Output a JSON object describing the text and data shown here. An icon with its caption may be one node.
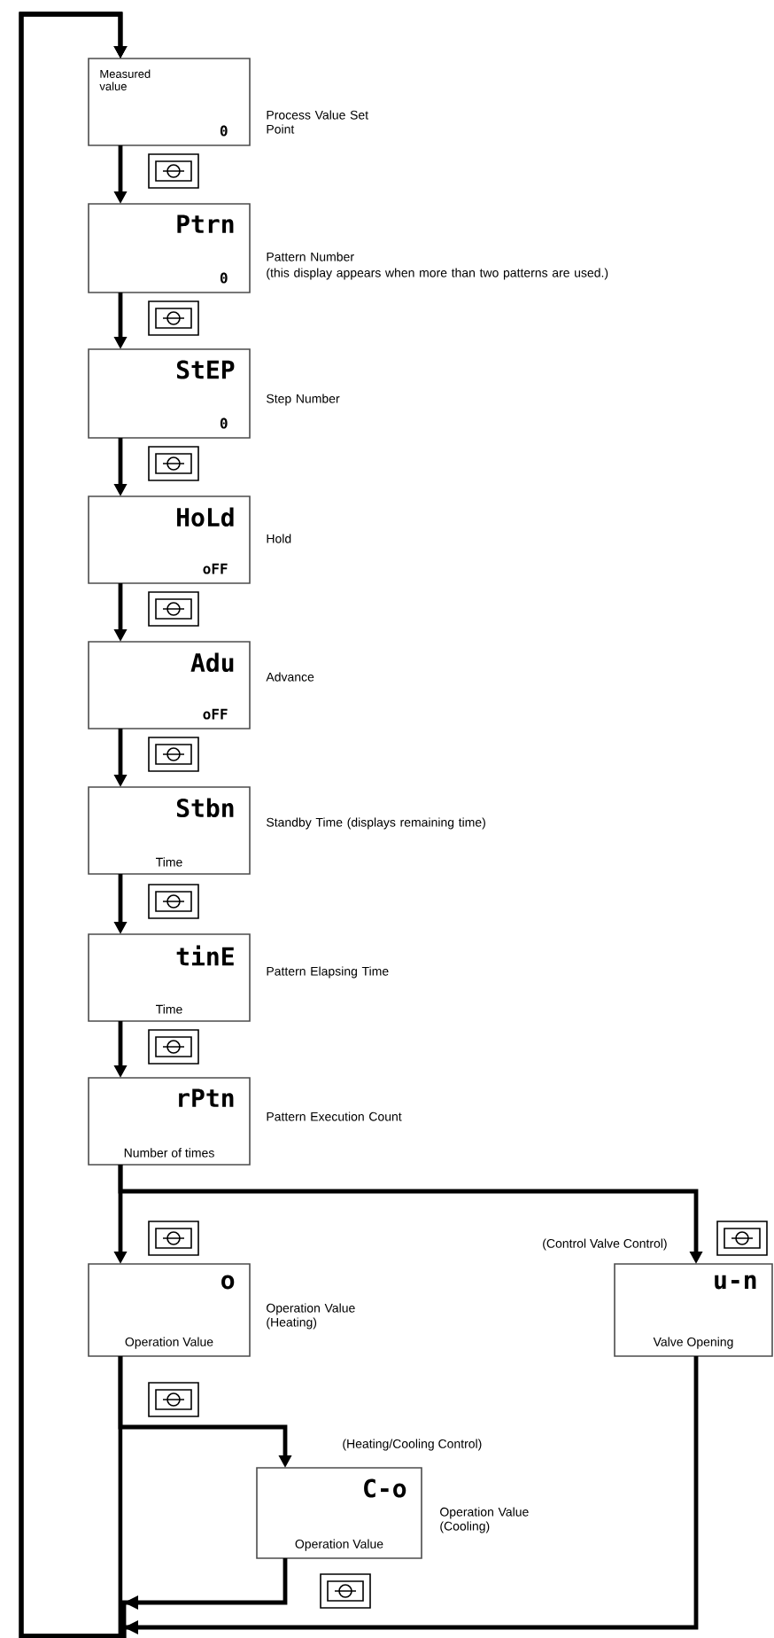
{
  "diagram": {
    "nodes": [
      {
        "text": [
          "Measured value",
          "0"
        ],
        "beside": [
          "Process Value Set Point"
        ]
      },
      {
        "text": [
          "Ptrn",
          "0"
        ],
        "beside": [
          "Pattern Number",
          "(this display appears when more than two patterns are used.)"
        ]
      },
      {
        "text": [
          "StEP",
          "0"
        ],
        "beside": [
          "Step Number"
        ]
      },
      {
        "text": [
          "HoLd",
          "oFF"
        ],
        "beside": [
          "Hold"
        ]
      },
      {
        "text": [
          "Adu",
          "oFF"
        ],
        "beside": [
          "Advance"
        ]
      },
      {
        "text": [
          "Stbn",
          "Time"
        ],
        "beside": [
          "Standby Time (displays remaining time)"
        ]
      },
      {
        "text": [
          "tinE",
          "Time"
        ],
        "beside": [
          "Pattern Elapsing Time"
        ]
      },
      {
        "text": [
          "rPtn",
          "Number of times"
        ],
        "beside": [
          "Pattern Execution Count"
        ]
      },
      {
        "text": [
          "o",
          "Operation Value"
        ],
        "beside": [
          "Operation Value (Heating)"
        ]
      },
      {
        "text": [
          "u-n",
          "Valve Opening"
        ]
      },
      {
        "text": [
          "C-o",
          "Operation Value"
        ],
        "beside": [
          "Operation Value (Cooling)"
        ]
      }
    ],
    "edges": [
      {
        "from": 0,
        "to": 1,
        "arrow": "to"
      },
      {
        "from": 1,
        "to": 2,
        "arrow": "to"
      },
      {
        "from": 2,
        "to": 3,
        "arrow": "to"
      },
      {
        "from": 3,
        "to": 4,
        "arrow": "to"
      },
      {
        "from": 4,
        "to": 5,
        "arrow": "to"
      },
      {
        "from": 5,
        "to": 6,
        "arrow": "to"
      },
      {
        "from": 6,
        "to": 7,
        "arrow": "to"
      },
      {
        "from": 7,
        "to": 8,
        "arrow": "to"
      },
      {
        "from": 7,
        "to": 9,
        "arrow": "to"
      },
      {
        "from": 8,
        "to": 10,
        "arrow": "to"
      },
      {
        "from": 8,
        "to": 0,
        "arrow": "to"
      },
      {
        "from": 10,
        "to": 0,
        "arrow": "to"
      },
      {
        "from": 9,
        "to": 0,
        "arrow": "to"
      }
    ],
    "labels": [
      "(Control Valve Control)",
      "(Heating/Cooling Control)"
    ]
  }
}
